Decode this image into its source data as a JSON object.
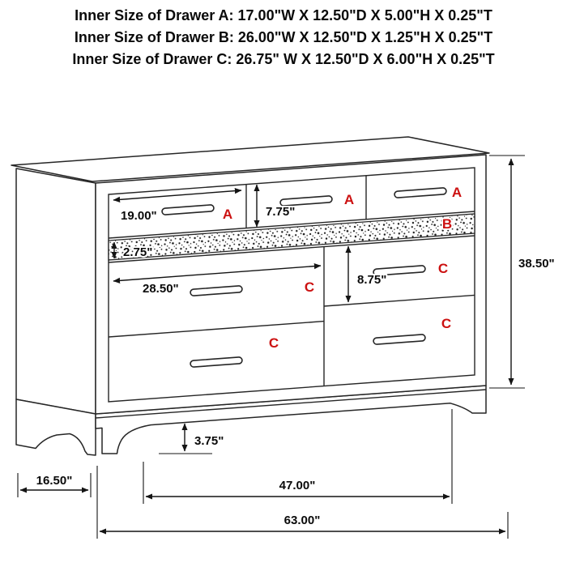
{
  "header": {
    "line1": "Inner Size of Drawer A: 17.00\"W X 12.50\"D X 5.00\"H X 0.25\"T",
    "line2": "Inner Size of Drawer B: 26.00\"W X 12.50\"D X 1.25\"H X 0.25\"T",
    "line3": "Inner Size of Drawer C: 26.75\" W X 12.50\"D X 6.00\"H X 0.25\"T"
  },
  "labels": {
    "drawer_a1": "A",
    "drawer_a2": "A",
    "drawer_a3": "A",
    "drawer_b": "B",
    "drawer_c_right1": "C",
    "drawer_c_left1": "C",
    "drawer_c_right2": "C",
    "drawer_c_left2": "C"
  },
  "dimensions": {
    "drawer_a_width": "19.00\"",
    "drawer_a_front_height": "7.75\"",
    "drawer_b_front_height": "2.75\"",
    "drawer_c_width": "28.50\"",
    "drawer_c_front_height": "8.75\"",
    "overall_height": "38.50\"",
    "foot_height": "3.75\"",
    "overall_depth": "16.50\"",
    "feet_span_width": "47.00\"",
    "overall_width": "63.00\""
  },
  "colors": {
    "drawer_label_red": "#cc1111",
    "line_color": "#262626",
    "dimension_text": "#0a0a0a",
    "background": "#ffffff"
  }
}
